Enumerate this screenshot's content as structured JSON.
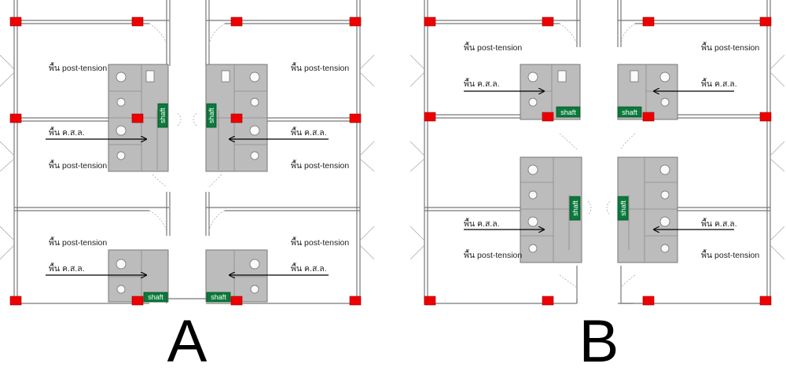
{
  "labels": {
    "post_tension": "พื้น post-tension",
    "rc_slab": "พื้น ค.ส.ล.",
    "shaft": "shaft"
  },
  "options": [
    {
      "letter": "A"
    },
    {
      "letter": "B"
    }
  ],
  "colors": {
    "column": "#ee0000",
    "shaft": "#0b7a3b",
    "wet_area": "#bcbcbc",
    "wall": "#777777"
  }
}
